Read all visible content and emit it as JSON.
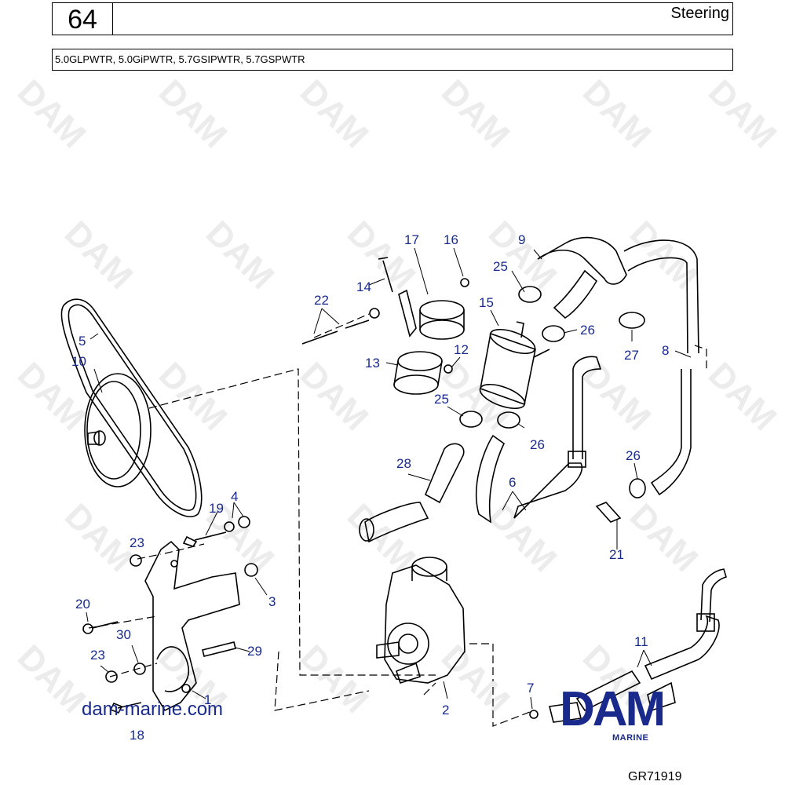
{
  "header": {
    "page_number": "64",
    "title": "Steering"
  },
  "models": "5.0GLPWTR, 5.0GiPWTR, 5.7GSIPWTR, 5.7GSPWTR",
  "callouts": [
    {
      "id": "c1",
      "label": "1"
    },
    {
      "id": "c2",
      "label": "2"
    },
    {
      "id": "c3",
      "label": "3"
    },
    {
      "id": "c4",
      "label": "4"
    },
    {
      "id": "c5",
      "label": "5"
    },
    {
      "id": "c6",
      "label": "6"
    },
    {
      "id": "c7",
      "label": "7"
    },
    {
      "id": "c8",
      "label": "8"
    },
    {
      "id": "c9",
      "label": "9"
    },
    {
      "id": "c10",
      "label": "10"
    },
    {
      "id": "c11",
      "label": "11"
    },
    {
      "id": "c12",
      "label": "12"
    },
    {
      "id": "c13",
      "label": "13"
    },
    {
      "id": "c14",
      "label": "14"
    },
    {
      "id": "c15",
      "label": "15"
    },
    {
      "id": "c16",
      "label": "16"
    },
    {
      "id": "c17",
      "label": "17"
    },
    {
      "id": "c18",
      "label": "18"
    },
    {
      "id": "c19",
      "label": "19"
    },
    {
      "id": "c20",
      "label": "20"
    },
    {
      "id": "c21",
      "label": "21"
    },
    {
      "id": "c22",
      "label": "22"
    },
    {
      "id": "c23a",
      "label": "23"
    },
    {
      "id": "c23b",
      "label": "23"
    },
    {
      "id": "c25a",
      "label": "25"
    },
    {
      "id": "c25b",
      "label": "25"
    },
    {
      "id": "c26a",
      "label": "26"
    },
    {
      "id": "c26b",
      "label": "26"
    },
    {
      "id": "c26c",
      "label": "26"
    },
    {
      "id": "c27",
      "label": "27"
    },
    {
      "id": "c28",
      "label": "28"
    },
    {
      "id": "c29",
      "label": "29"
    },
    {
      "id": "c30",
      "label": "30"
    }
  ],
  "website": "dam-marine.com",
  "brand": {
    "name": "DAM",
    "sub": "MARINE",
    "color": "#1a2a8c"
  },
  "watermark": "DAM",
  "figure_id": "GR71919",
  "colors": {
    "callout": "#1a2a8c",
    "line": "#000000",
    "watermark": "#e6e6e6"
  }
}
